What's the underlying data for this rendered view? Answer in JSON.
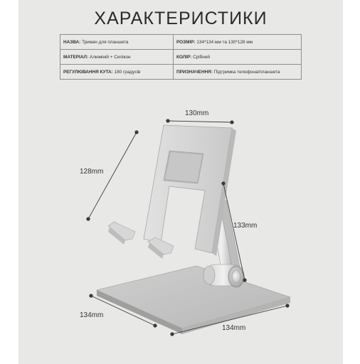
{
  "title": "ХАРАКТЕРИСТИКИ",
  "specs": {
    "row1": {
      "label_a": "НАЗВА:",
      "value_a": "Тримач для планшета",
      "label_b": "РОЗМІР:",
      "value_b": "134*134 мм та 130*128 мм"
    },
    "row2": {
      "label_a": "МАТЕРІАЛ:",
      "value_a": "Алюміній + Силікон",
      "label_b": "КОЛІР:",
      "value_b": "Срібний"
    },
    "row3": {
      "label_a": "РЕГУЛЮВАННЯ КУТА:",
      "value_a": "180 градусів",
      "label_b": "ПРИЗНАЧЕННЯ:",
      "value_b": "Підтримка телефона/планшета"
    }
  },
  "dimensions": {
    "top_width": "130mm",
    "panel_height": "128mm",
    "arm_length": "133mm",
    "base_depth": "134mm",
    "base_width": "134mm"
  }
}
